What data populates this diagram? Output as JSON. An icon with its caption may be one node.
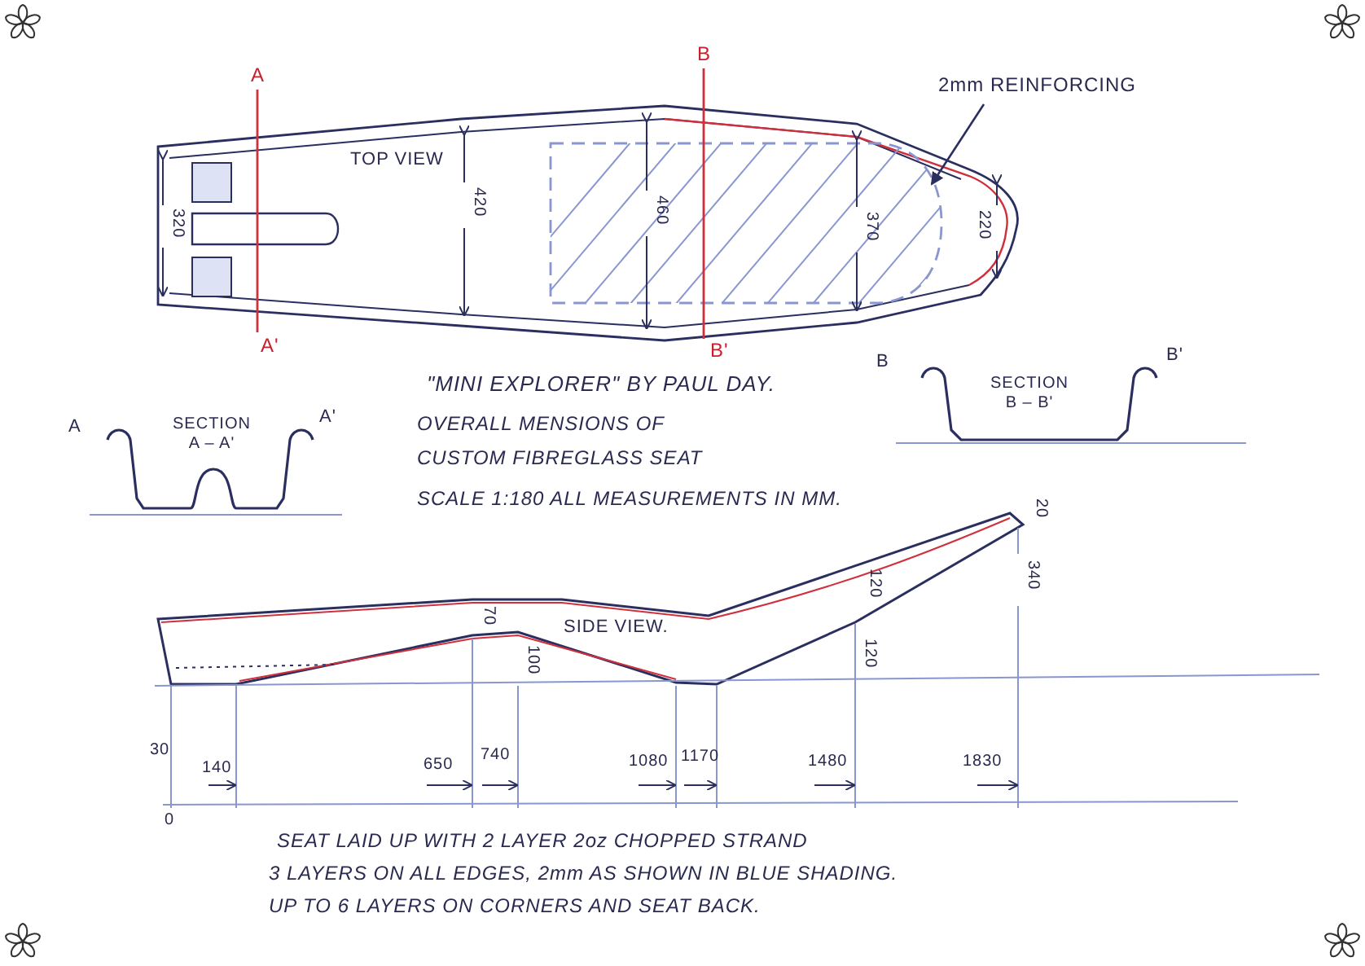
{
  "diagram": {
    "title": "\"MINI EXPLORER\" BY PAUL DAY.",
    "nodes": [
      {
        "text": [
          "2mm REINFORCING"
        ]
      },
      {
        "text": [],
        "shape": "box"
      }
    ],
    "edges": [
      {
        "from": 0,
        "to": 1,
        "arrow": "to"
      }
    ],
    "labels": [
      "A",
      "B",
      "TOP VIEW",
      "320",
      "420",
      "460",
      "370",
      "220",
      "A'",
      "B'",
      "OVERALL MENSIONS OF",
      "CUSTOM FIBREGLASS SEAT",
      "SCALE 1:180 ALL MEASUREMENTS IN MM.",
      "A",
      "SECTION A – A'",
      "A'",
      "B",
      "SECTION B – B'",
      "B'",
      "20",
      "120",
      "340",
      "70",
      "SIDE VIEW.",
      "100",
      "120",
      "30",
      "140",
      "650",
      "740",
      "1080",
      "1170",
      "1480",
      "1830",
      "0",
      "SEAT LAID UP WITH 2 LAYER 2oz CHOPPED STRAND",
      "3 LAYERS ON ALL EDGES, 2mm AS SHOWN IN BLUE SHADING.",
      "UP TO 6 LAYERS ON CORNERS AND SEAT BACK."
    ]
  }
}
